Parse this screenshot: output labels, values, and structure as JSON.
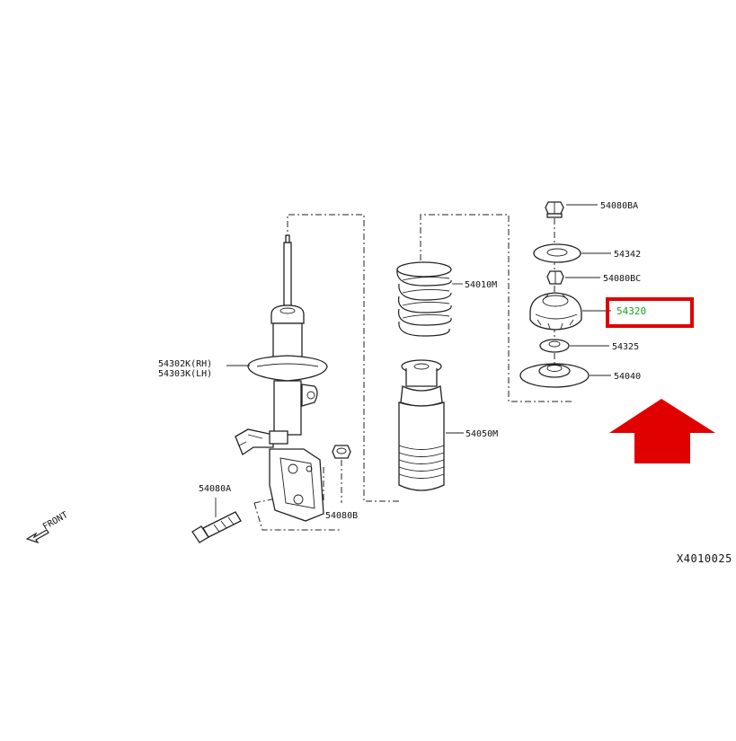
{
  "labels": {
    "top_nut": "54080BA",
    "washer": "54342",
    "nut_bc": "54080BC",
    "mount": "54320",
    "bearing": "54325",
    "seat": "54040",
    "spring": "54010M",
    "strut_rh": "54302K(RH)",
    "strut_lh": "54303K(LH)",
    "bumper_boot": "54050M",
    "bolt": "54080A",
    "nut_b": "54080B",
    "front": "FRONT",
    "drawing_id": "X4010025"
  },
  "highlight": {
    "box_color": "#e00000",
    "arrow_color": "#e00000",
    "label_color": "#1aa51a"
  }
}
